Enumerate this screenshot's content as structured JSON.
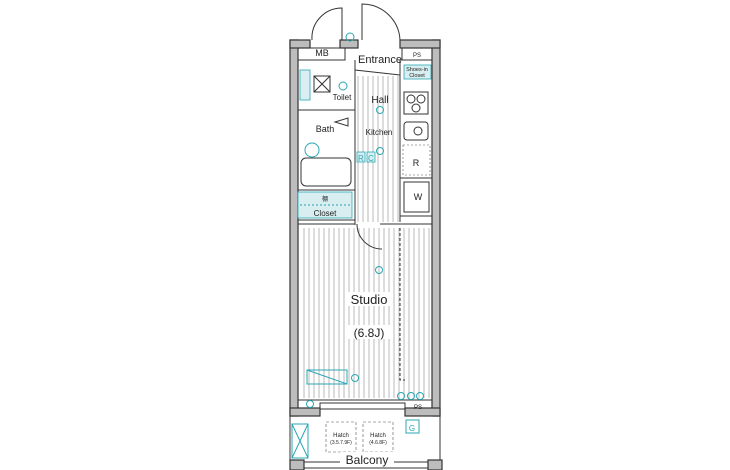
{
  "floor_plan": {
    "rooms": {
      "mb": "MB",
      "entrance": "Entrance",
      "ps_top": "PS",
      "shoes_in_closet_line1": "Shoes-in",
      "shoes_in_closet_line2": "Closet",
      "toilet": "Toilet",
      "hall": "Hall",
      "bath": "Bath",
      "kitchen": "Kitchen",
      "closet": "Closet",
      "studio": "Studio",
      "studio_size": "(6.8J)",
      "ps_bottom": "PS",
      "balcony": "Balcony"
    },
    "fixtures": {
      "refrigerator": "R",
      "washer": "W",
      "shelf_mark": "棚",
      "gas_meter": "G",
      "hatch_1_label": "Hatch",
      "hatch_1_floors": "(3.5.7.9F)",
      "hatch_2_label": "Hatch",
      "hatch_2_floors": "(4.6.8F)",
      "kitchen_r": "R",
      "kitchen_c": "C"
    },
    "colors": {
      "wall": "#bdbdbd",
      "fixture": "#2aa7b3"
    }
  }
}
